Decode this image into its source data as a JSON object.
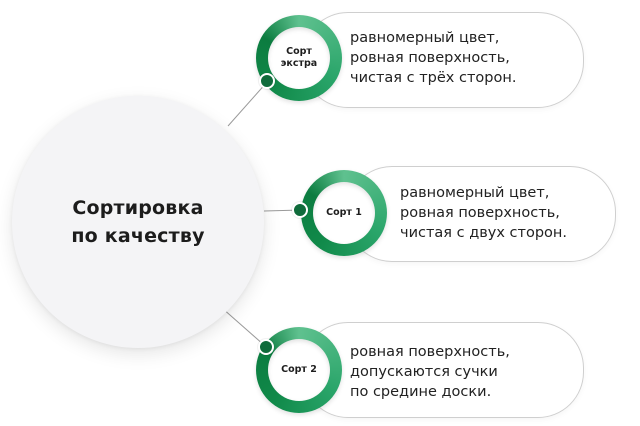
{
  "main": {
    "title_lines": [
      "Сортировка",
      "по качеству"
    ]
  },
  "grades": [
    {
      "label_lines": [
        "Сорт",
        "экстра"
      ],
      "description_lines": [
        "равномерный цвет,",
        "ровная поверхность,",
        "чистая с трёх сторон."
      ]
    },
    {
      "label_lines": [
        "Сорт 1"
      ],
      "description_lines": [
        "равномерный цвет,",
        "ровная поверхность,",
        "чистая с двух сторон."
      ]
    },
    {
      "label_lines": [
        "Сорт 2"
      ],
      "description_lines": [
        "ровная поверхность,",
        "допускаются сучки",
        "по средине доски."
      ]
    }
  ],
  "colors": {
    "ring_light": "#5fc18f",
    "ring_dark": "#0c7c40",
    "dot": "#0f6b3b",
    "card_border": "#cfcfcf",
    "main_circle": "#f4f4f6",
    "text": "#222222"
  }
}
